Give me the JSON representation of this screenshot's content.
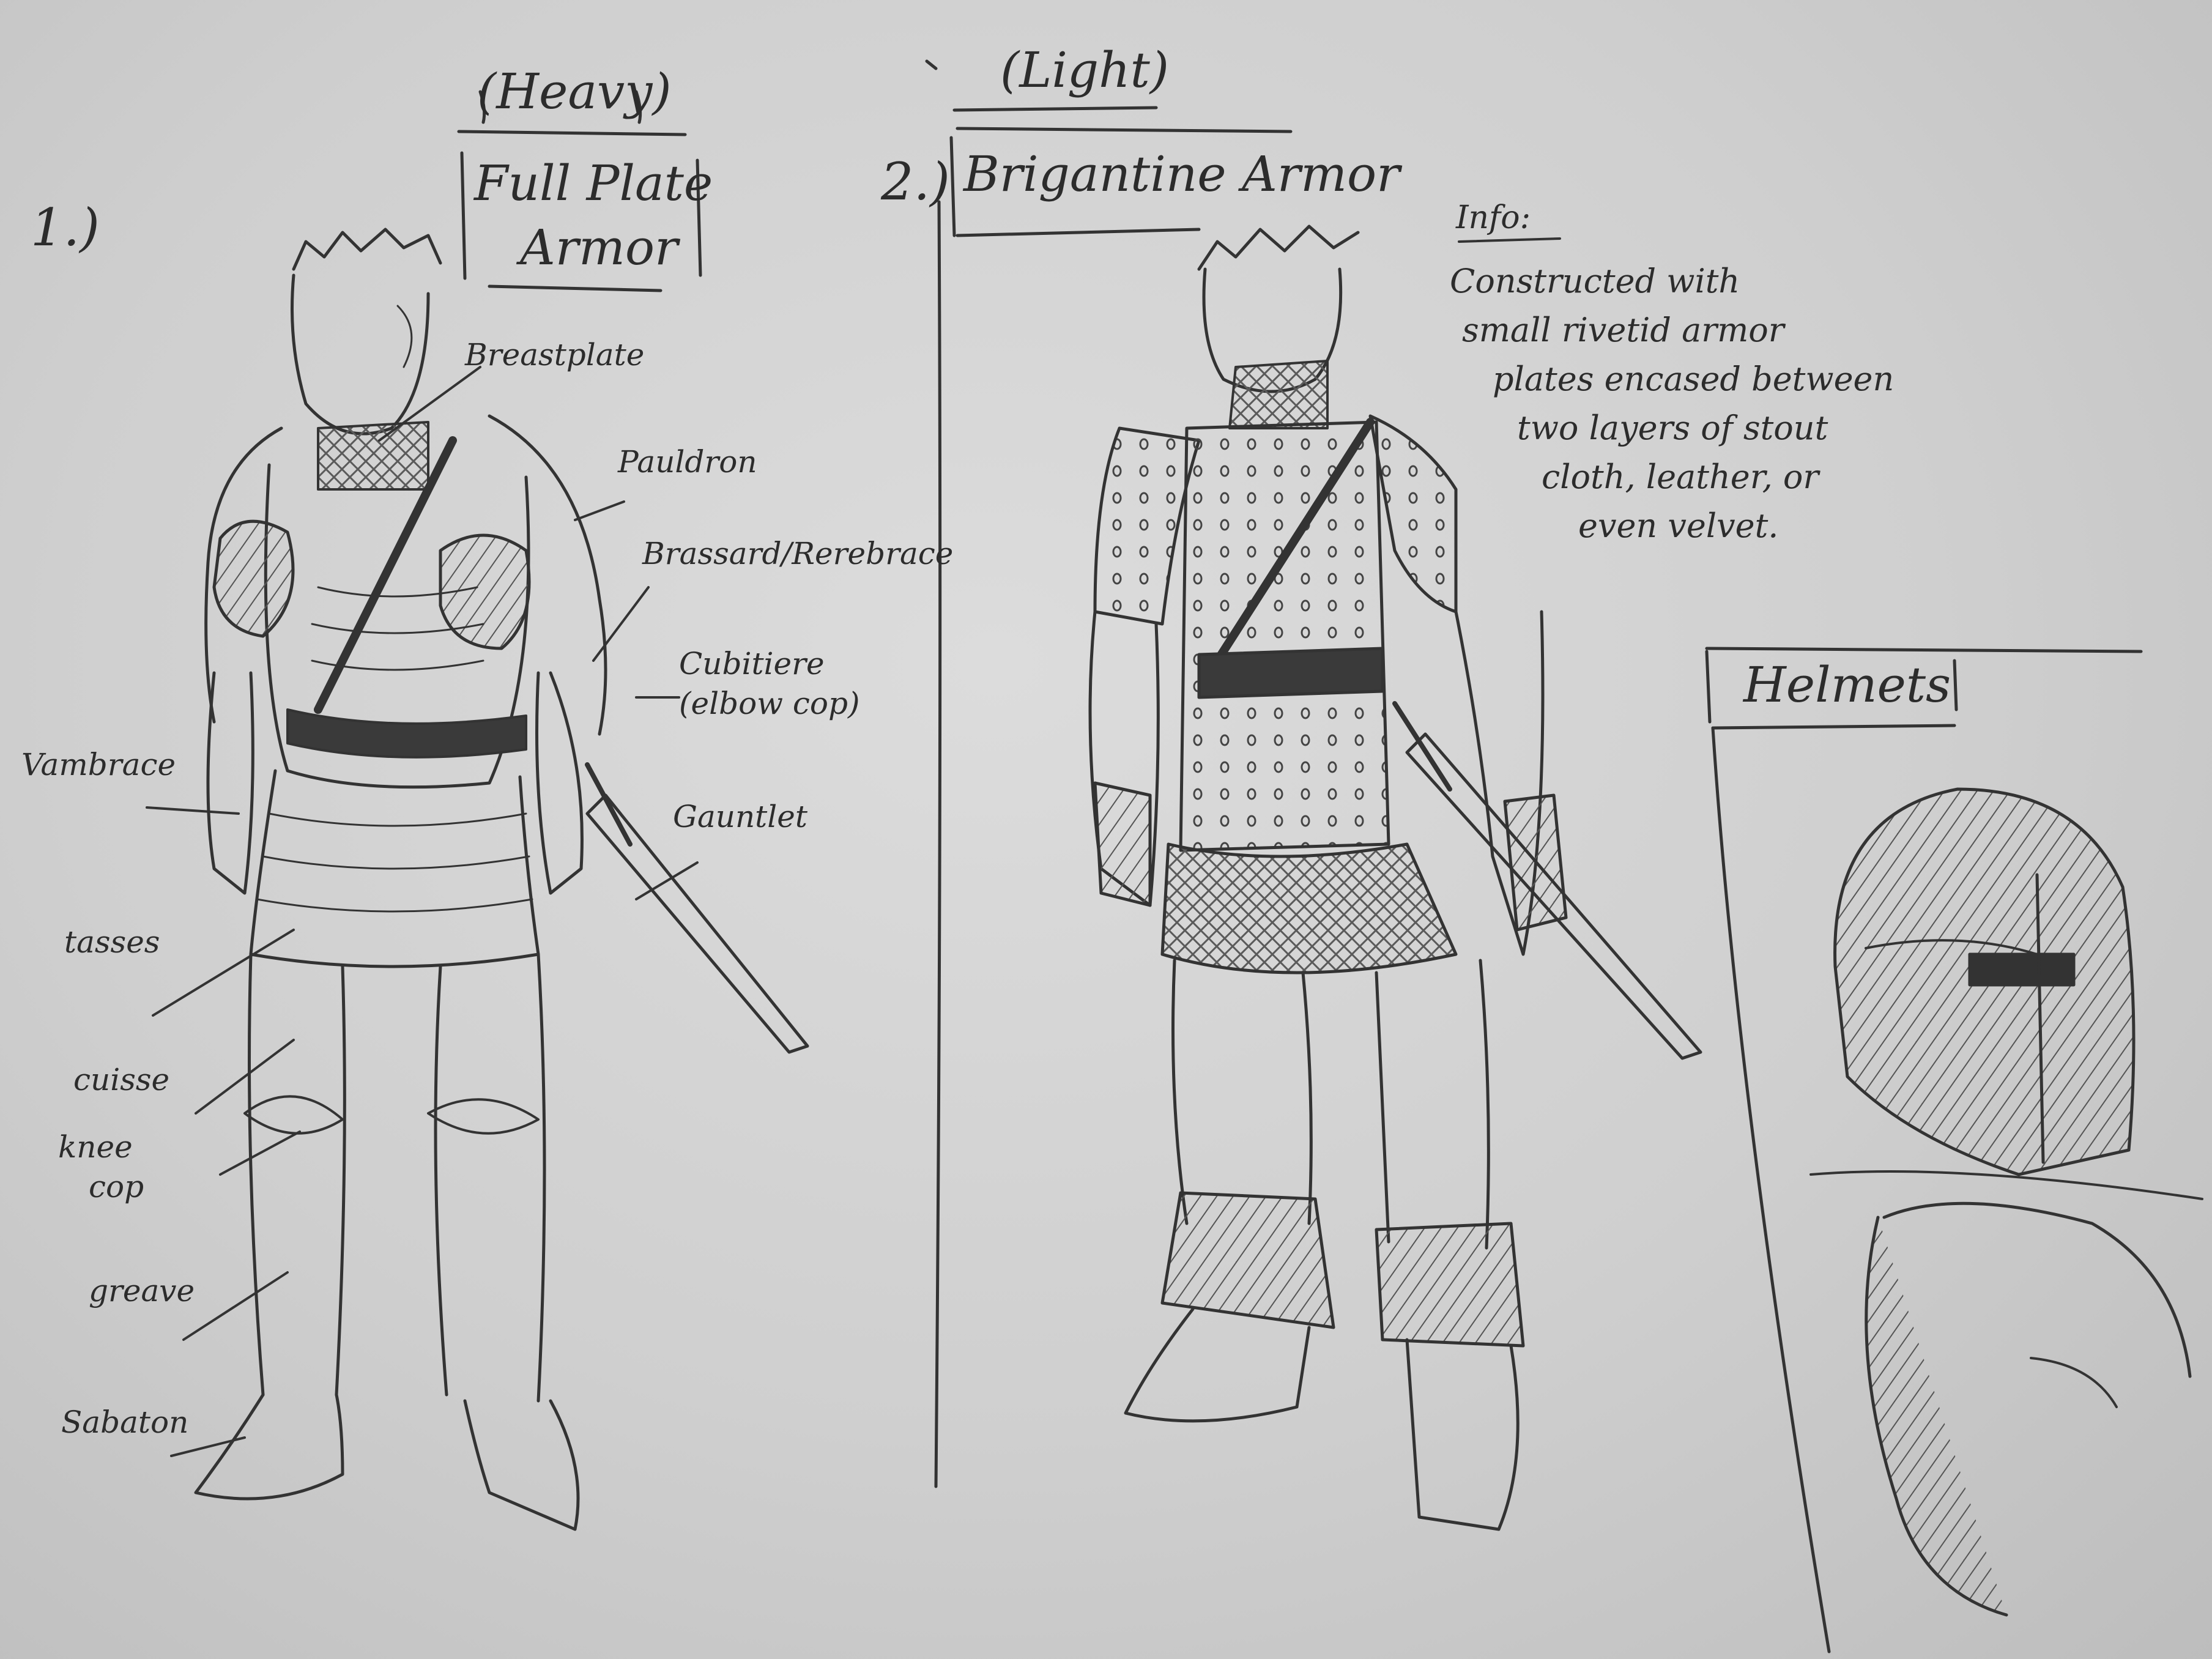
{
  "sections": {
    "full_plate": {
      "number": "1.)",
      "weight_class": "(Heavy)",
      "title_line1": "Full Plate",
      "title_line2": "Armor",
      "parts": {
        "breastplate": "Breastplate",
        "pauldron": "Pauldron",
        "brassard": "Brassard/Rerebrace",
        "cubitiere_line1": "Cubitiere",
        "cubitiere_line2": "(elbow cop)",
        "vambrace": "Vambrace",
        "gauntlet": "Gauntlet",
        "tasses": "tasses",
        "cuisse": "cuisse",
        "knee_cop_line1": "knee",
        "knee_cop_line2": "cop",
        "greave": "greave",
        "sabaton": "Sabaton"
      }
    },
    "brigantine": {
      "number": "2.)",
      "weight_class": "(Light)",
      "title": "Brigantine Armor",
      "info_heading": "Info:",
      "info_lines": [
        "Constructed with",
        "small rivetid armor",
        "plates encased between",
        "two layers of stout",
        "cloth, leather, or",
        "even velvet."
      ]
    },
    "helmets": {
      "title": "Helmets"
    }
  }
}
